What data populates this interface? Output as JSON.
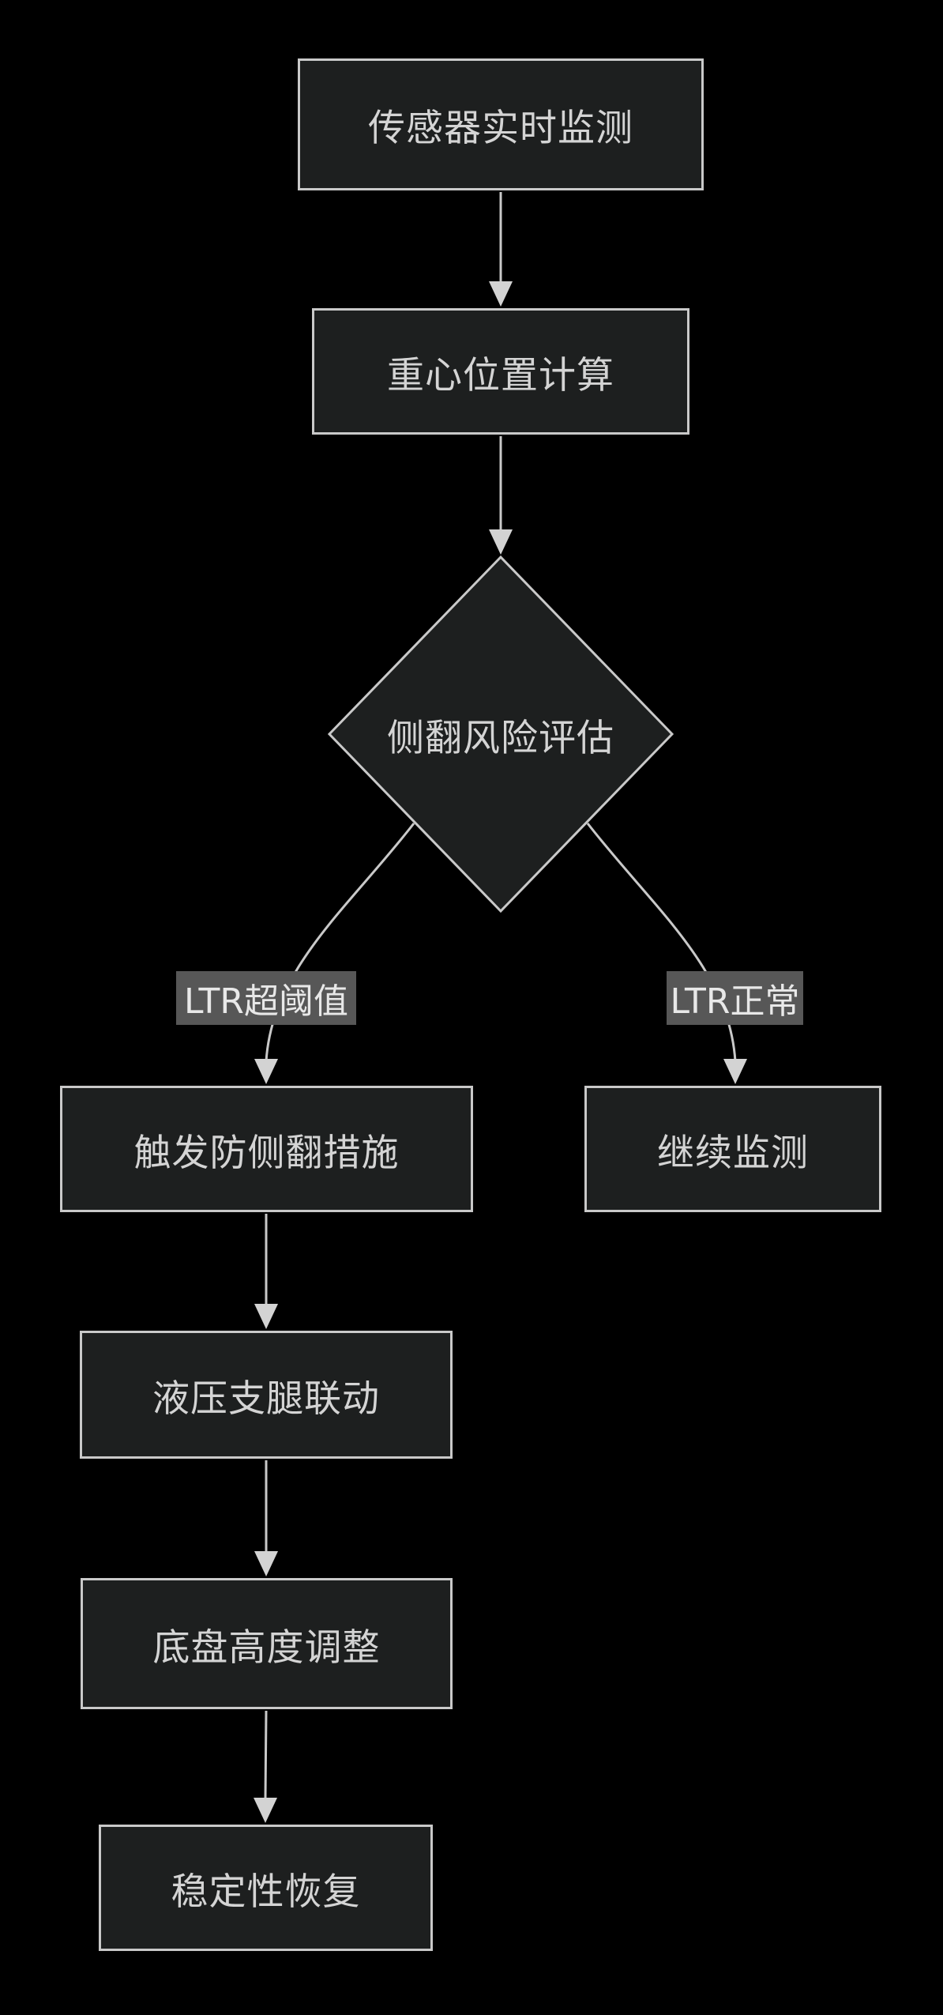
{
  "diagram": {
    "type": "flowchart",
    "direction": "top-down",
    "colors": {
      "background": "#000000",
      "node_fill": "#1d1f1f",
      "node_border": "#c9c9c9",
      "node_text": "#d4d4d4",
      "edge_line": "#c9c9c9",
      "arrowhead": "#d3d3d3",
      "edge_label_bg": "#575757",
      "edge_label_text": "#e8e8e8"
    },
    "nodes": [
      {
        "id": "A",
        "shape": "rect",
        "label": "传感器实时监测"
      },
      {
        "id": "B",
        "shape": "rect",
        "label": "重心位置计算"
      },
      {
        "id": "C",
        "shape": "diamond",
        "label": "侧翻风险评估"
      },
      {
        "id": "D",
        "shape": "rect",
        "label": "触发防侧翻措施"
      },
      {
        "id": "E",
        "shape": "rect",
        "label": "继续监测"
      },
      {
        "id": "F",
        "shape": "rect",
        "label": "液压支腿联动"
      },
      {
        "id": "G",
        "shape": "rect",
        "label": "底盘高度调整"
      },
      {
        "id": "H",
        "shape": "rect",
        "label": "稳定性恢复"
      }
    ],
    "edges": [
      {
        "from": "A",
        "to": "B",
        "label": ""
      },
      {
        "from": "B",
        "to": "C",
        "label": ""
      },
      {
        "from": "C",
        "to": "D",
        "label": "LTR超阈值"
      },
      {
        "from": "C",
        "to": "E",
        "label": "LTR正常"
      },
      {
        "from": "D",
        "to": "F",
        "label": ""
      },
      {
        "from": "F",
        "to": "G",
        "label": ""
      },
      {
        "from": "G",
        "to": "H",
        "label": ""
      }
    ]
  }
}
